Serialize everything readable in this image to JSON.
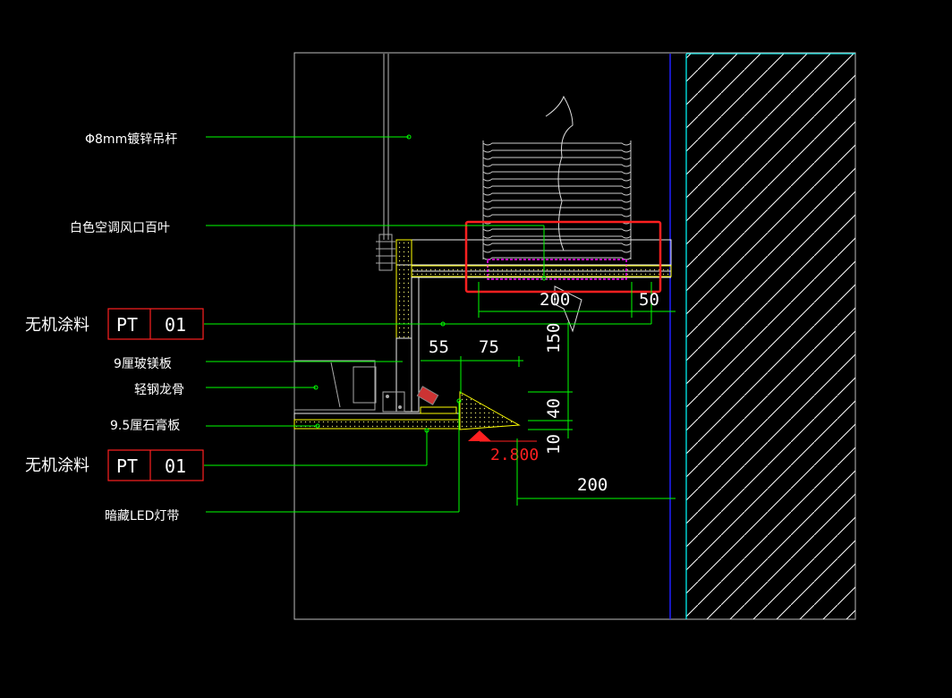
{
  "drawing": {
    "labels": {
      "rod": "Φ8mm镀锌吊杆",
      "grille": "白色空调风口百叶",
      "paint_top": "无机涂料",
      "mgo_board": "9厘玻镁板",
      "keel": "轻钢龙骨",
      "gypsum": "9.5厘石膏板",
      "paint_bottom": "无机涂料",
      "led": "暗藏LED灯带"
    },
    "tags": {
      "top": {
        "code": "PT",
        "num": "01"
      },
      "bottom": {
        "code": "PT",
        "num": "01"
      }
    },
    "dimensions": {
      "d200_top": "200",
      "d50": "50",
      "d55": "55",
      "d75": "75",
      "d150": "150",
      "d40": "40",
      "d10": "10",
      "d200_bottom": "200"
    },
    "elevation": "2.800",
    "colors": {
      "background": "#000000",
      "leader": "#00ff00",
      "frame": "#ffffff",
      "wall_hatch": "#ffffff",
      "wall_edge": "#00ffff",
      "axis": "#2020ff",
      "section": "#ffff00",
      "highlight": "#ff2020",
      "grille_fill": "#ff00ff"
    }
  }
}
